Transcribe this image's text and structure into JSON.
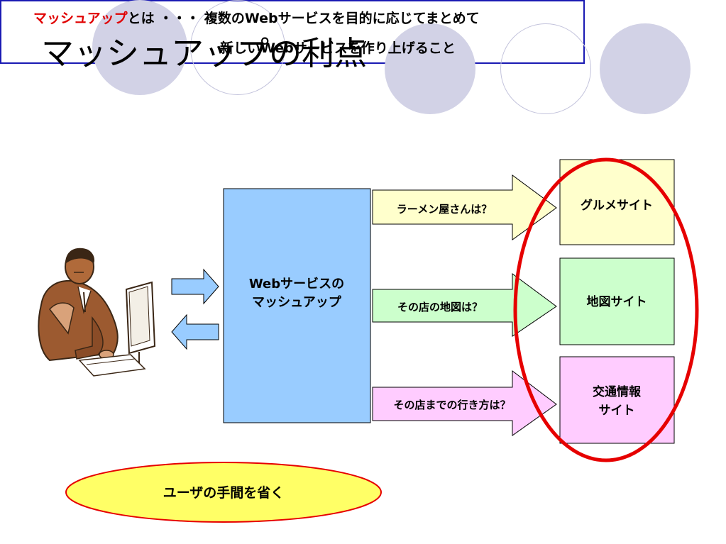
{
  "slide": {
    "title": "マッシュアップの利点"
  },
  "definition": {
    "term": "マッシュアップ",
    "connector": "とは ・・・  ",
    "line1_rest": "複数のWebサービスを目的に応じてまとめて",
    "line2": "新しいWebサービスを作り上げること"
  },
  "center_box": {
    "line1": "Webサービスの",
    "line2": "マッシュアップ"
  },
  "questions": [
    "ラーメン屋さんは？",
    "その店の地図は？",
    "その店までの行き方は？"
  ],
  "sites": [
    {
      "lines": [
        "グルメサイト"
      ]
    },
    {
      "lines": [
        "地図サイト"
      ]
    },
    {
      "lines": [
        "交通情報",
        "サイト"
      ]
    }
  ],
  "benefit": "ユーザの手間を省く",
  "colors": {
    "center_box": "#99ccff",
    "gourmet": "#ffffcc",
    "map": "#ccffcc",
    "traffic": "#ffccff",
    "highlight_ellipse": "#e60000",
    "benefit_ellipse": "#ffff66",
    "term": "#e00000",
    "definition_border": "#1a1ab3"
  },
  "icons": {
    "person": "person-at-computer-clipart"
  }
}
